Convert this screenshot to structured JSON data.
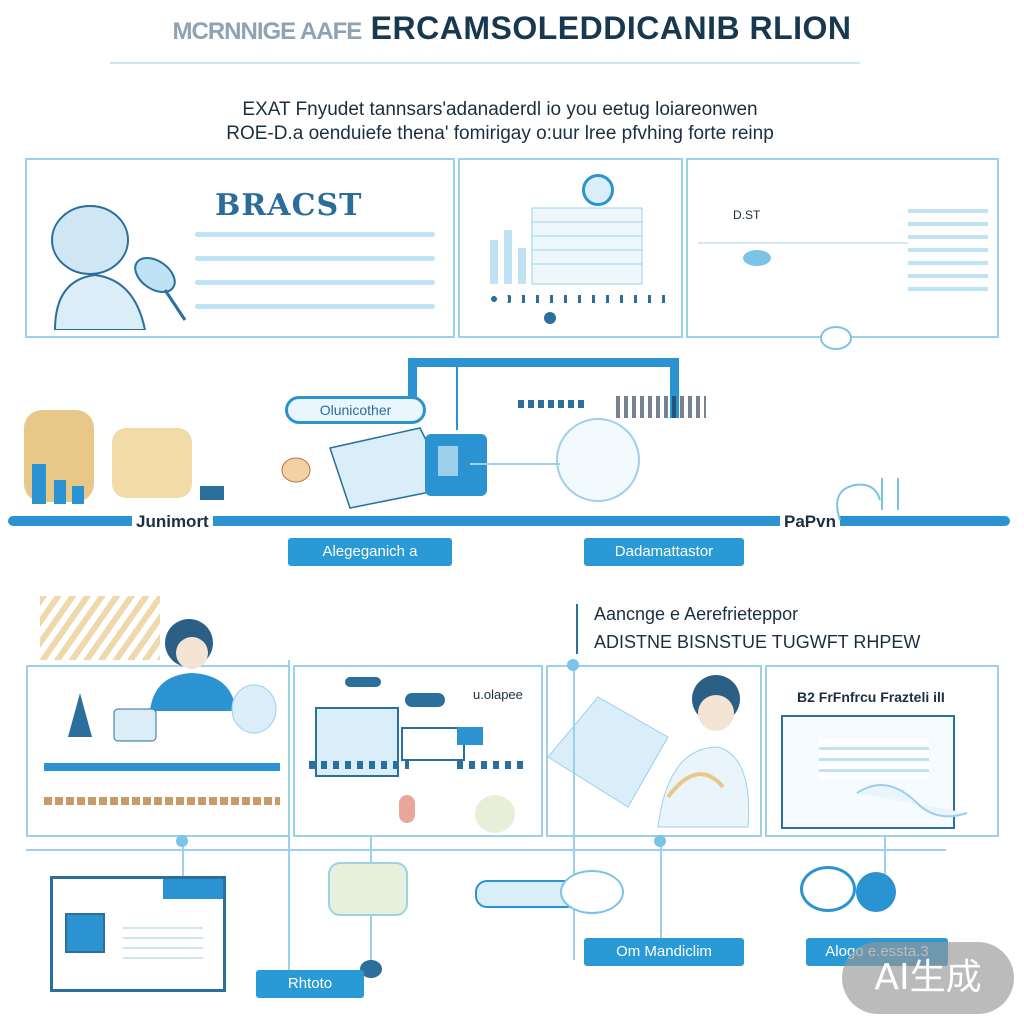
{
  "header": {
    "title_prefix": "MCRNNIGE AAFE",
    "title_main": "ERCAMSOLEDDICANIB RLION",
    "subtitle_line1": "EXAT Fnyudet tannsars'adanaderdl io you eetug loiareonwen",
    "subtitle_line2": "ROE-D.a oenduiefe thena' fomirigay o:uur lree pfvhing forte reinp"
  },
  "top_panels": {
    "left_banner": "BRACST",
    "right_label": "D.ST"
  },
  "timeline": {
    "left_label": "Junimort",
    "right_label": "PaPvn",
    "pill_label": "Olunicother",
    "tag_left": "Alegeganich a",
    "tag_right": "Dadamattastor"
  },
  "middle_text": {
    "line1": "Aancnge e Aerefrieteppor",
    "line2": "ADISTNE  BISNSTUE TUGWFT RHPEW"
  },
  "bottom_panels": {
    "panel3_label": "u.olapee",
    "panel4_label": "B2 FrFnfrcu Frazteli ilI"
  },
  "bottom_tags": {
    "left": "Rhtoto",
    "middle": "Om Mandiclim",
    "right": "Alogo e.essta.3"
  },
  "watermark": "AI生成",
  "colors": {
    "accent": "#2b93d1",
    "light_accent": "#9dd0ea",
    "text": "#1c2f40"
  }
}
